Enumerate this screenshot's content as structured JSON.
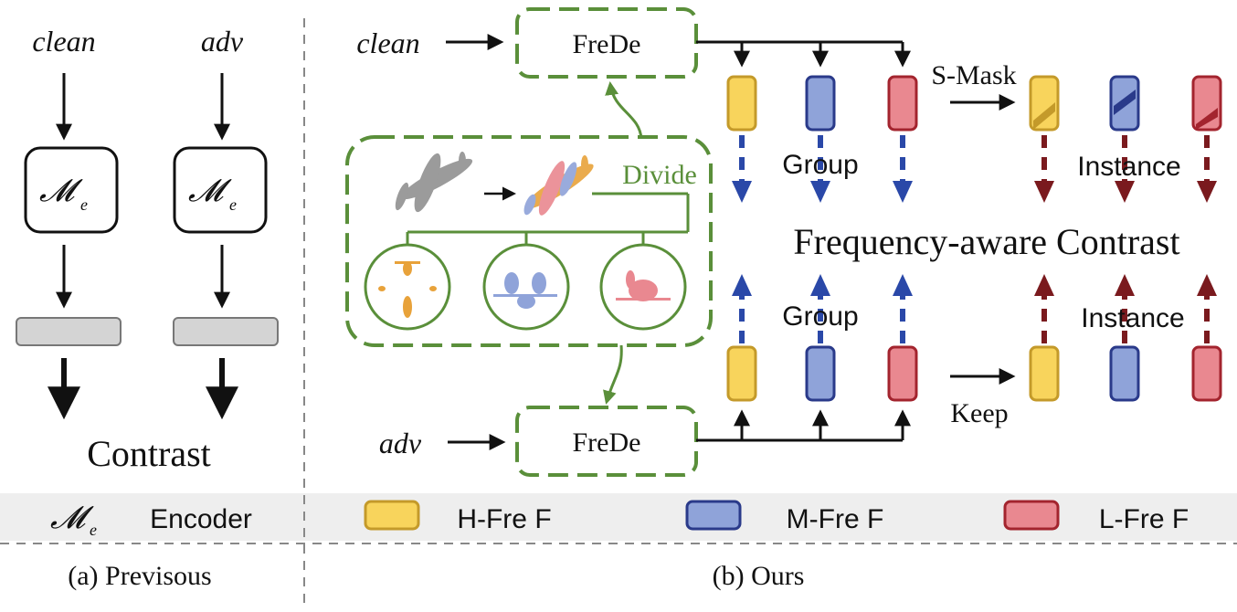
{
  "previous": {
    "clean_label": "clean",
    "adv_label": "adv",
    "encoder_symbol": "𝓜",
    "encoder_sub": "e",
    "contrast_label": "Contrast",
    "caption": "(a) Previsous"
  },
  "ours": {
    "clean_label": "clean",
    "adv_label": "adv",
    "frede_top": "FreDe",
    "frede_bottom": "FreDe",
    "divide_label": "Divide",
    "smask_label": "S-Mask",
    "keep_label": "Keep",
    "group_top": "Group",
    "group_bottom": "Group",
    "instance_top": "Instance",
    "instance_bottom": "Instance",
    "center_label": "Frequency-aware Contrast",
    "caption": "(b) Ours"
  },
  "legend": {
    "encoder_symbol": "𝓜",
    "encoder_sub": "e",
    "encoder_label": "Encoder",
    "high_label": "H-Fre F",
    "mid_label": "M-Fre F",
    "low_label": "L-Fre F"
  },
  "colors": {
    "high_fill": "#f8d45c",
    "high_stroke": "#c49a2a",
    "mid_fill": "#8fa3d9",
    "mid_stroke": "#2a3a8a",
    "low_fill": "#e98890",
    "low_stroke": "#a3242e",
    "green": "#5a8f3a",
    "blue_arrow": "#2a48a8",
    "red_arrow": "#7a1a1e",
    "legend_bg": "#eeeeee",
    "gray_bar": "#d4d4d4"
  }
}
